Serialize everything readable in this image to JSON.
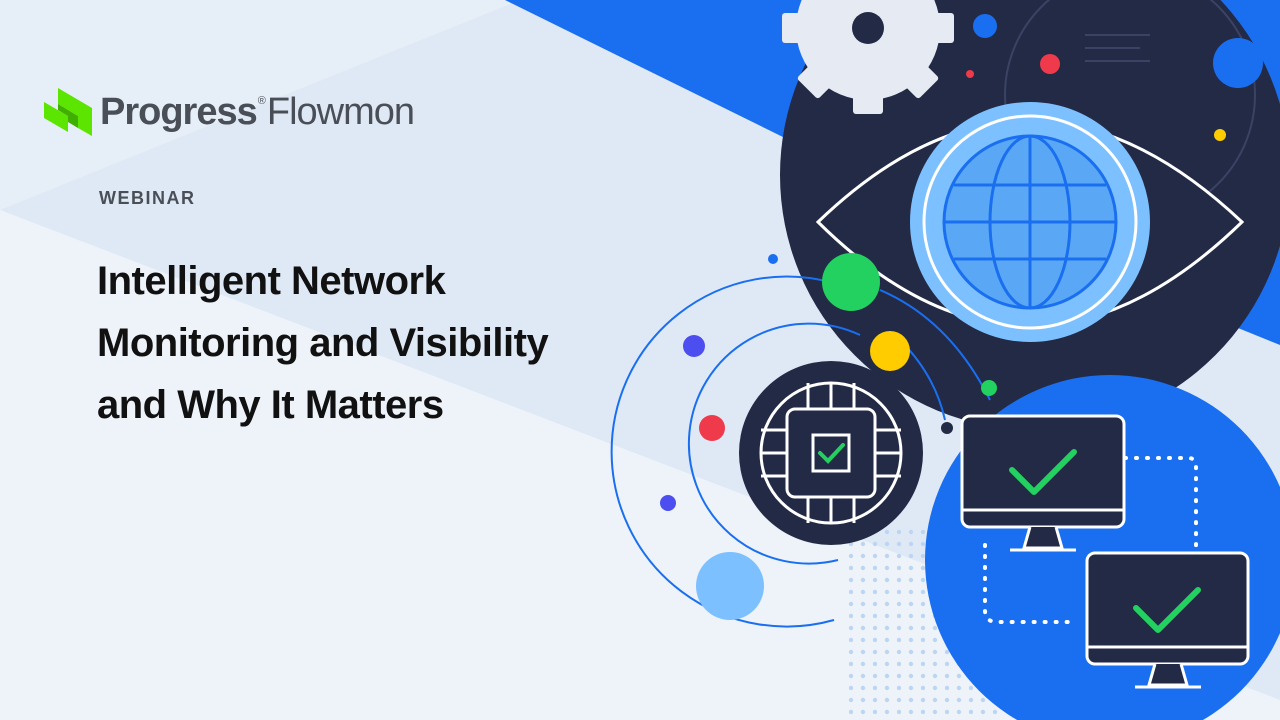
{
  "brand": {
    "name": "Progress",
    "registered": "®",
    "product": "Flowmon",
    "logo_icon": "progress-chevron-logo",
    "logo_color": "#5ce500"
  },
  "tag": "WEBINAR",
  "headline": {
    "line1": "Intelligent Network",
    "line2": "Monitoring and Visibility",
    "line3": "and Why It Matters"
  },
  "illustration": {
    "icons": [
      "gear-icon",
      "eye-icon",
      "globe-icon",
      "chip-icon",
      "checkmark-icon",
      "monitor-icon"
    ],
    "colors": {
      "navy": "#232a45",
      "blue": "#1a6ff0",
      "light_blue": "#7cc0ff",
      "green": "#22d15f",
      "red": "#ee3a4b",
      "yellow": "#ffcc00",
      "purple": "#4c4ef0"
    }
  }
}
